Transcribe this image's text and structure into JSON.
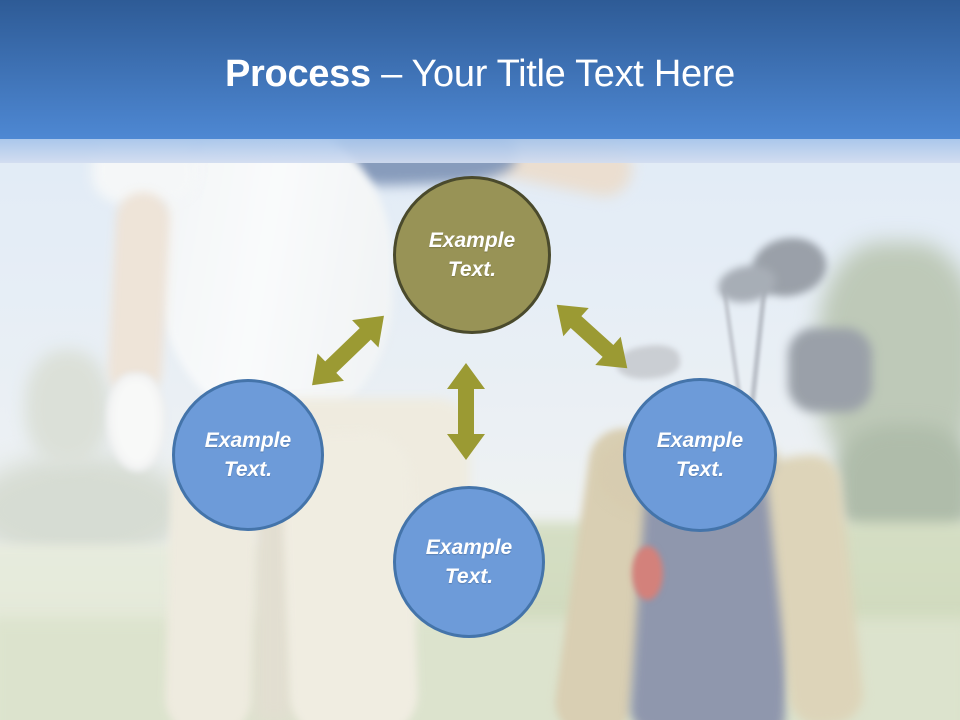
{
  "title": {
    "bold": "Process",
    "rest": "– Your Title Text Here"
  },
  "colors": {
    "header_top": "#2e5b96",
    "header_bottom": "#4e88d3",
    "accent_olive": "#989356",
    "accent_olive_border": "#4a4a2c",
    "accent_blue": "#6d9bd9",
    "accent_blue_border": "#4474aa",
    "arrow": "#9b9a33"
  },
  "diagram": {
    "nodes": [
      {
        "id": "top",
        "lines": [
          "Example",
          "Text."
        ],
        "color": "olive"
      },
      {
        "id": "left",
        "lines": [
          "Example",
          "Text."
        ],
        "color": "blue"
      },
      {
        "id": "bottom",
        "lines": [
          "Example",
          "Text."
        ],
        "color": "blue"
      },
      {
        "id": "right",
        "lines": [
          "Example",
          "Text."
        ],
        "color": "blue"
      }
    ],
    "arrows": [
      {
        "id": "top-left",
        "type": "double-headed"
      },
      {
        "id": "top-bottom",
        "type": "double-headed"
      },
      {
        "id": "top-right",
        "type": "double-headed"
      }
    ]
  },
  "background_scene": [
    "sky",
    "treeline",
    "grass",
    "golfer-white-shirt",
    "golf-glove",
    "khaki-pants",
    "golf-bag",
    "golf-clubs"
  ]
}
